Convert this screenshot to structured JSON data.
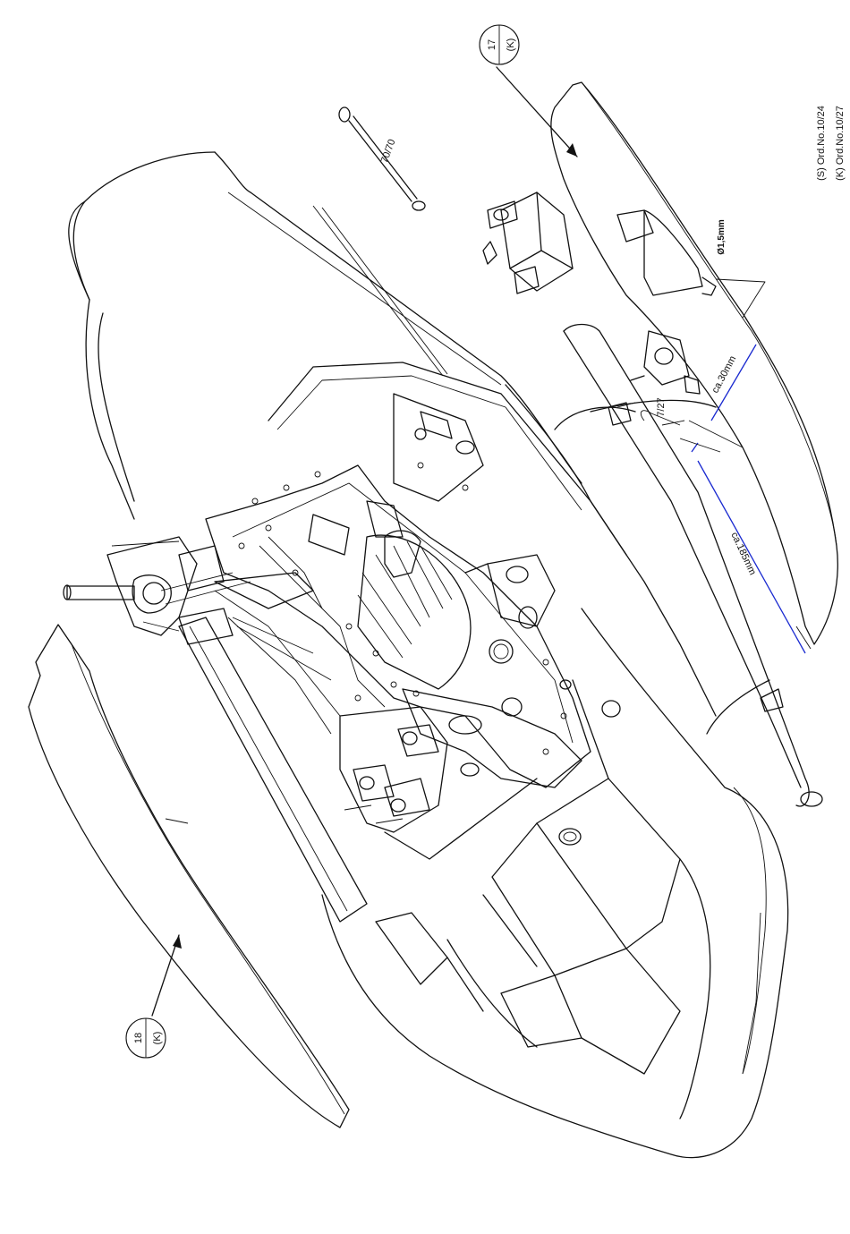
{
  "ord_numbers": {
    "s": "(S) Ord.No.10/24",
    "k": "(K) Ord.No.10/27"
  },
  "callouts": {
    "part_17": {
      "number": "17",
      "variant": "(K)"
    },
    "part_18": {
      "number": "18",
      "variant": "(K)"
    }
  },
  "labels": {
    "linkage": "70/70",
    "wire": "7/27",
    "diameter": "Ø1,5mm",
    "dim_30": "ca.30mm",
    "dim_185": "ca.185mm"
  },
  "colors": {
    "line": "#111111",
    "dimension": "#1a2ad0"
  }
}
